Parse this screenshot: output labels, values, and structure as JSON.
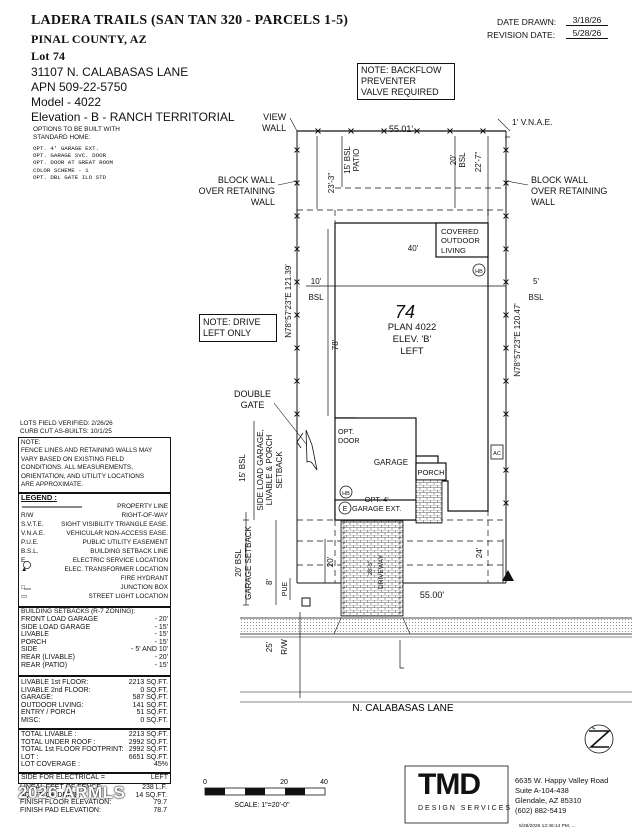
{
  "header": {
    "title": "LADERA TRAILS (SAN TAN 320 - PARCELS 1-5)",
    "county": "PINAL COUNTY, AZ",
    "lot_label": "Lot",
    "lot_number": "74",
    "address": "31107 N. CALABASAS LANE",
    "apn": "APN 509-22-5750",
    "model": "Model - 4022",
    "elevation": "Elevation - B - RANCH TERRITORIAL",
    "options_header": "OPTIONS TO BE BUILT WITH\nSTANDARD HOME:",
    "options": [
      "OPT. 4' GARAGE EXT.",
      "OPT. GARAGE SVC. DOOR",
      "OPT. DOOR AT GREAT ROOM",
      "COLOR SCHEME - 1",
      "OPT. DBL GATE ILO STD"
    ]
  },
  "dates": {
    "drawn_label": "DATE DRAWN:",
    "drawn_value": "3/18/26",
    "revision_label": "REVISION DATE:",
    "revision_value": "5/28/26"
  },
  "notes": {
    "backflow": "NOTE: BACKFLOW\nPREVENTER\nVALVE REQUIRED",
    "drive": "NOTE: DRIVE\nLEFT ONLY",
    "verified": "LOTS FIELD VERIFIED: 2/26/26\nCURB CUT AS-BUILTS: 10/1/25",
    "fence": "NOTE:\nFENCE LINES AND RETAINING WALLS MAY\nVARY BASED ON EXISTING FIELD\nCONDITIONS. ALL MEASUREMENTS,\nORIENTATION, AND UTILITY LOCATIONS\nARE APPROXIMATE."
  },
  "legend": {
    "title": "LEGEND :",
    "items": [
      {
        "sym": "",
        "desc": "PROPERTY LINE"
      },
      {
        "sym": "R/W",
        "desc": "RIGHT-OF-WAY"
      },
      {
        "sym": "S.V.T.E.",
        "desc": "SIGHT VISIBILITY TRIANGLE EASE."
      },
      {
        "sym": "V.N.A.E.",
        "desc": "VEHICULAR NON-ACCESS EASE."
      },
      {
        "sym": "P.U.E.",
        "desc": "PUBLIC UTILITY EASEMENT"
      },
      {
        "sym": "B.S.L.",
        "desc": "BUILDING SETBACK LINE"
      },
      {
        "sym": "E",
        "desc": "ELECTRIC SERVICE LOCATION"
      },
      {
        "sym": "▲",
        "desc": "ELEC. TRANSFORMER LOCATION"
      },
      {
        "sym": "",
        "desc": "FIRE HYDRANT"
      },
      {
        "sym": "□",
        "desc": "JUNCTION BOX"
      },
      {
        "sym": "▭",
        "desc": "STREET LIGHT LOCATION"
      }
    ]
  },
  "setbacks": {
    "title": "BUILDING SETBACKS (R-7 ZONING):",
    "rows": [
      [
        "FRONT LOAD GARAGE",
        "- 20'"
      ],
      [
        "SIDE LOAD GARAGE",
        "- 15'"
      ],
      [
        "LIVABLE",
        "- 15'"
      ],
      [
        "PORCH",
        "- 15'"
      ],
      [
        "SIDE",
        "- 5' AND 10'"
      ],
      [
        "REAR (LIVABLE)",
        "- 20'"
      ],
      [
        "REAR (PATIO)",
        "- 15'"
      ]
    ]
  },
  "areas": {
    "rows": [
      [
        "LIVABLE 1st FLOOR:",
        "2213 SQ.FT."
      ],
      [
        "LIVABLE 2nd FLOOR:",
        "0 SQ.FT."
      ],
      [
        "GARAGE:",
        "587 SQ.FT."
      ],
      [
        "OUTDOOR LIVING:",
        "141 SQ.FT."
      ],
      [
        "ENTRY / PORCH",
        "51 SQ.FT."
      ],
      [
        "MISC:",
        "0 SQ.FT."
      ]
    ],
    "totals": [
      [
        "TOTAL LIVABLE :",
        "2213 SQ.FT."
      ],
      [
        "TOTAL UNDER ROOF :",
        "2992 SQ.FT."
      ],
      [
        "TOTAL 1st FLOOR FOOTPRINT:",
        "2992 SQ.FT."
      ],
      [
        "LOT :",
        "6651 SQ.FT."
      ],
      [
        "LOT COVERAGE :",
        "45%"
      ]
    ],
    "electrical": [
      "SIDE FOR ELECTRICAL =",
      "LEFT"
    ],
    "bottom": [
      [
        "LINEAL FEET OF FENCE:",
        "238 L.F."
      ],
      [
        "SQ. FT. OF DRIVE:",
        "14 SQ.FT."
      ],
      [
        "FINISH FLOOR ELEVATION:",
        "79.7"
      ],
      [
        "FINISH PAD ELEVATION:",
        "78.7"
      ]
    ]
  },
  "plan": {
    "lot_number": "74",
    "plan_label": "PLAN 4022",
    "elev_label": "ELEV. 'B'",
    "hand_label": "LEFT",
    "width_top": "55.01'",
    "width_bottom": "55.00'",
    "left_bearing": "N78°57'23\"E 121.39'",
    "right_bearing": "N78°57'23\"E 120.47'",
    "view_wall": "VIEW\nWALL",
    "vnae": "1' V.N.A.E.",
    "block_wall_left": "BLOCK WALL\nOVER RETAINING\nWALL",
    "block_wall_right": "BLOCK WALL\nOVER RETAINING\nWALL",
    "covered_outdoor": "COVERED\nOUTDOOR\nLIVING",
    "double_gate": "DOUBLE\nGATE",
    "opt_door": "OPT.\nDOOR",
    "garage": "GARAGE",
    "porch": "PORCH",
    "opt_garage_ext": "OPT. 4'\nGARAGE EXT.",
    "driveway": "DRIVEWAY",
    "driveway_width": "28'-5\"",
    "hb": "HB",
    "e": "E",
    "ac": "AC",
    "bsl": "BSL",
    "patio_bsl": "15' BSL\nPATIO",
    "dim_23_3": "23'-3\"",
    "dim_20_bsl": "20'\nBSL",
    "dim_22_7": "22'-7\"",
    "dim_10": "10'",
    "dim_40": "40'",
    "dim_5": "5'",
    "dim_78": "78'",
    "dim_24": "24'",
    "dim_20": "20'",
    "dim_8": "8'",
    "pue": "PUE",
    "dim_25": "25'",
    "rw": "R/W",
    "side_load": "15' BSL",
    "side_load_note": "SIDE LOAD GARAGE,\nLIVABLE & PORCH\nSETBACK",
    "garage_setback": "20' BSL\nGARAGE SETBACK",
    "street": "N. CALABASAS LANE"
  },
  "scale": {
    "ticks": [
      "0",
      "20",
      "40"
    ],
    "label": "SCALE:  1\"=20'-0\""
  },
  "company": {
    "logo": "TMD",
    "subtitle": "DESIGN SERVICES",
    "address1": "6635 W. Happy Valley Road",
    "address2": "Suite A-104-438",
    "address3": "Glendale, AZ 85310",
    "phone": "(602) 882-5419"
  },
  "footer": {
    "watermark": "2026 ARMLS",
    "timestamp": "5/28/2026 12:46:14 PM, ..."
  }
}
